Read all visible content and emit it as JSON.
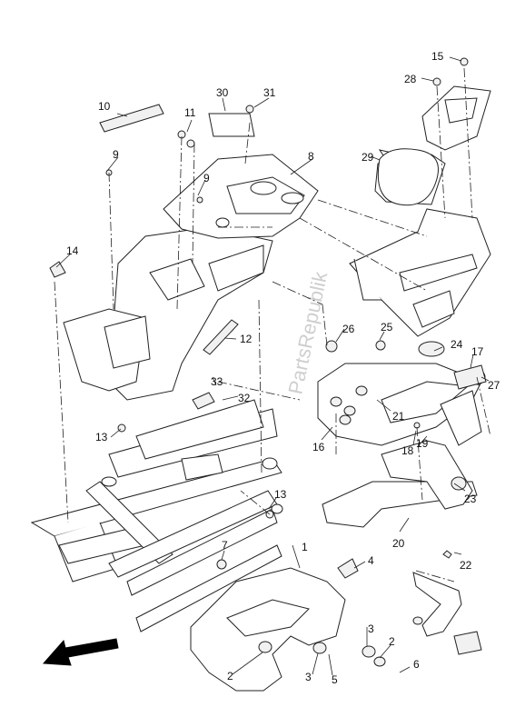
{
  "watermark": "PartsRepublik",
  "callouts": [
    {
      "id": "c1",
      "text": "1"
    },
    {
      "id": "c2a",
      "text": "2"
    },
    {
      "id": "c2b",
      "text": "2"
    },
    {
      "id": "c3a",
      "text": "3"
    },
    {
      "id": "c3b",
      "text": "3"
    },
    {
      "id": "c4",
      "text": "4"
    },
    {
      "id": "c5",
      "text": "5"
    },
    {
      "id": "c6",
      "text": "6"
    },
    {
      "id": "c7",
      "text": "7"
    },
    {
      "id": "c8",
      "text": "8"
    },
    {
      "id": "c9a",
      "text": "9"
    },
    {
      "id": "c9b",
      "text": "9"
    },
    {
      "id": "c10",
      "text": "10"
    },
    {
      "id": "c11",
      "text": "11"
    },
    {
      "id": "c12",
      "text": "12"
    },
    {
      "id": "c13a",
      "text": "13"
    },
    {
      "id": "c13b",
      "text": "13"
    },
    {
      "id": "c14",
      "text": "14"
    },
    {
      "id": "c15",
      "text": "15"
    },
    {
      "id": "c16",
      "text": "16"
    },
    {
      "id": "c17",
      "text": "17"
    },
    {
      "id": "c18",
      "text": "18"
    },
    {
      "id": "c19",
      "text": "19"
    },
    {
      "id": "c20",
      "text": "20"
    },
    {
      "id": "c21",
      "text": "21"
    },
    {
      "id": "c22",
      "text": "22"
    },
    {
      "id": "c23",
      "text": "23"
    },
    {
      "id": "c24",
      "text": "24"
    },
    {
      "id": "c25",
      "text": "25"
    },
    {
      "id": "c26",
      "text": "26"
    },
    {
      "id": "c27",
      "text": "27"
    },
    {
      "id": "c28",
      "text": "28"
    },
    {
      "id": "c29",
      "text": "29"
    },
    {
      "id": "c30",
      "text": "30"
    },
    {
      "id": "c31",
      "text": "31"
    },
    {
      "id": "c32",
      "text": "32"
    },
    {
      "id": "c33",
      "text": "33"
    }
  ],
  "icons": {
    "direction_arrow": "front-direction-arrow-icon"
  }
}
